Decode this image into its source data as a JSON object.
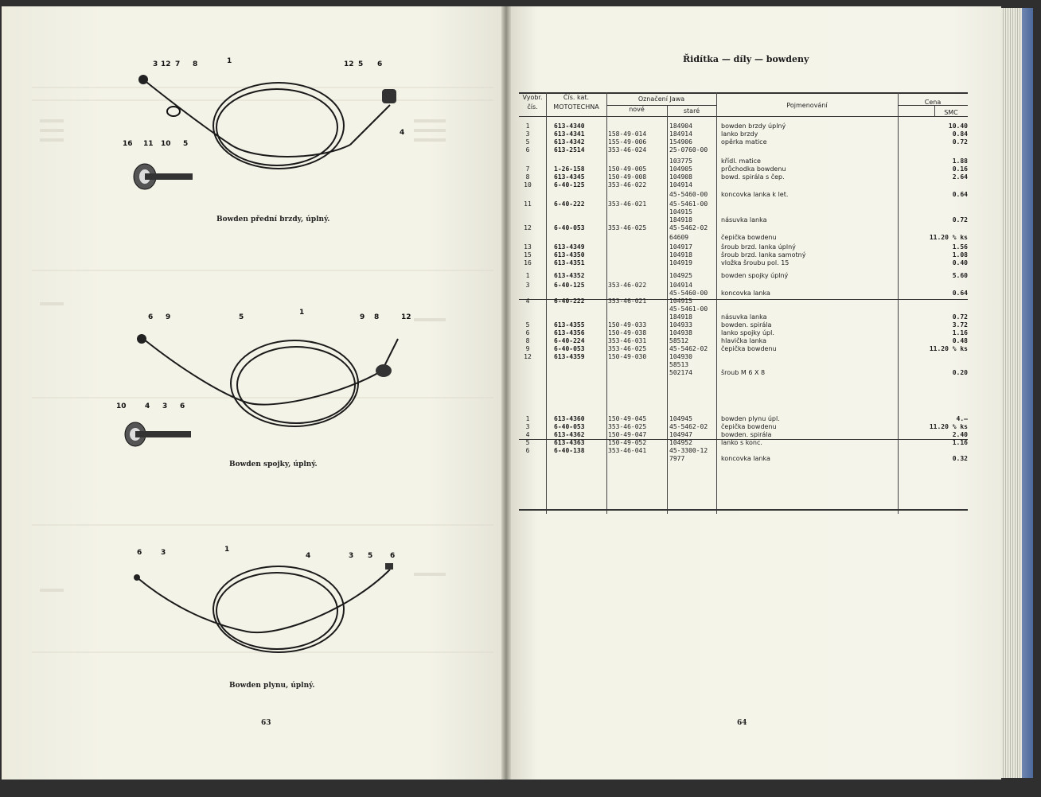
{
  "left_page": {
    "page_number": "63",
    "figures": [
      {
        "caption": "Bowden přední brzdy, úplný.",
        "callouts": [
          "3",
          "12",
          "7",
          "8",
          "1",
          "12",
          "5",
          "6",
          "4",
          "16",
          "11",
          "10",
          "5"
        ]
      },
      {
        "caption": "Bowden spojky, úplný.",
        "callouts": [
          "6",
          "9",
          "5",
          "1",
          "9",
          "8",
          "12",
          "10",
          "4",
          "3",
          "6"
        ]
      },
      {
        "caption": "Bowden plynu, úplný.",
        "callouts": [
          "6",
          "3",
          "1",
          "4",
          "3",
          "5",
          "6"
        ]
      }
    ]
  },
  "right_page": {
    "page_number": "64",
    "title": "Řidítka — díly — bowdeny",
    "table": {
      "headers": {
        "pos_line1": "Vyobr.",
        "pos_line2": "čís.",
        "cat_line1": "Čís. kat.",
        "cat_line2": "MOTOTECHNA",
        "jawa": "Označení Jawa",
        "jawa_new": "nové",
        "jawa_old": "staré",
        "name": "Pojmenování",
        "price": "Cena",
        "price_unit": "SMC"
      },
      "rows": [
        {
          "pos": "1",
          "cat": "613-4340",
          "new": "",
          "old": "184904",
          "name": "bowden brzdy úplný",
          "price": "10.40"
        },
        {
          "pos": "3",
          "cat": "613-4341",
          "new": "158-49-014",
          "old": "184914",
          "name": "lanko brzdy",
          "price": "0.84"
        },
        {
          "pos": "5",
          "cat": "613-4342",
          "new": "155-49-006",
          "old": "154906",
          "name": "opěrka matice",
          "price": "0.72"
        },
        {
          "pos": "6",
          "cat": "613-2514",
          "new": "353-46-024",
          "old": "25-0760-00",
          "name": "",
          "price": ""
        },
        {
          "pos": "",
          "cat": "",
          "new": "",
          "old": "103775",
          "name": "křídl. matice",
          "price": "1.88"
        },
        {
          "pos": "7",
          "cat": "1-26-158",
          "new": "150-49-005",
          "old": "104905",
          "name": "průchodka bowdenu",
          "price": "0.16"
        },
        {
          "pos": "8",
          "cat": "613-4345",
          "new": "150-49-008",
          "old": "104908",
          "name": "bowd. spirála s čep.",
          "price": "2.64"
        },
        {
          "pos": "10",
          "cat": "6-40-125",
          "new": "353-46-022",
          "old": "104914",
          "name": "",
          "price": ""
        },
        {
          "pos": "",
          "cat": "",
          "new": "",
          "old": "45-5460-00",
          "name": "koncovka lanka k let.",
          "price": "0.64"
        },
        {
          "pos": "11",
          "cat": "6-40-222",
          "new": "353-46-021",
          "old": "45-5461-00",
          "name": "",
          "price": ""
        },
        {
          "pos": "",
          "cat": "",
          "new": "",
          "old": "104915",
          "name": "",
          "price": ""
        },
        {
          "pos": "",
          "cat": "",
          "new": "",
          "old": "184918",
          "name": "násuvka lanka",
          "price": "0.72"
        },
        {
          "pos": "12",
          "cat": "6-40-053",
          "new": "353-46-025",
          "old": "45-5462-02",
          "name": "",
          "price": ""
        },
        {
          "pos": "",
          "cat": "",
          "new": "",
          "old": "64609",
          "name": "čepička bowdenu",
          "price": "11.20 % ks"
        },
        {
          "pos": "13",
          "cat": "613-4349",
          "new": "",
          "old": "104917",
          "name": "šroub brzd. lanka úplný",
          "price": "1.56"
        },
        {
          "pos": "15",
          "cat": "613-4350",
          "new": "",
          "old": "104918",
          "name": "šroub brzd. lanka samotný",
          "price": "1.08"
        },
        {
          "pos": "16",
          "cat": "613-4351",
          "new": "",
          "old": "104919",
          "name": "vložka šroubu pol. 15",
          "price": "0.40"
        },
        {
          "pos": "1",
          "cat": "613-4352",
          "new": "",
          "old": "104925",
          "name": "bowden spojky úplný",
          "price": "5.60"
        },
        {
          "pos": "3",
          "cat": "6-40-125",
          "new": "353-46-022",
          "old": "104914",
          "name": "",
          "price": ""
        },
        {
          "pos": "",
          "cat": "",
          "new": "",
          "old": "45-5460-00",
          "name": "koncovka lanka",
          "price": "0.64"
        },
        {
          "pos": "4",
          "cat": "6-40-222",
          "new": "353-46-021",
          "old": "104915",
          "name": "",
          "price": ""
        },
        {
          "pos": "",
          "cat": "",
          "new": "",
          "old": "45-5461-00",
          "name": "",
          "price": ""
        },
        {
          "pos": "",
          "cat": "",
          "new": "",
          "old": "184918",
          "name": "násuvka lanka",
          "price": "0.72"
        },
        {
          "pos": "5",
          "cat": "613-4355",
          "new": "150-49-033",
          "old": "104933",
          "name": "bowden. spirála",
          "price": "3.72"
        },
        {
          "pos": "6",
          "cat": "613-4356",
          "new": "150-49-038",
          "old": "104938",
          "name": "lanko spojky úpl.",
          "price": "1.16"
        },
        {
          "pos": "8",
          "cat": "6-40-224",
          "new": "353-46-031",
          "old": "58512",
          "name": "hlavička lanka",
          "price": "0.48"
        },
        {
          "pos": "9",
          "cat": "6-40-053",
          "new": "353-46-025",
          "old": "45-5462-02",
          "name": "čepička bowdenu",
          "price": "11.20 % ks"
        },
        {
          "pos": "12",
          "cat": "613-4359",
          "new": "150-49-030",
          "old": "104930",
          "name": "",
          "price": ""
        },
        {
          "pos": "",
          "cat": "",
          "new": "",
          "old": "58513",
          "name": "",
          "price": ""
        },
        {
          "pos": "",
          "cat": "",
          "new": "",
          "old": "502174",
          "name": "šroub M 6 X 8",
          "price": "0.20"
        },
        {
          "pos": "1",
          "cat": "613-4360",
          "new": "150-49-045",
          "old": "104945",
          "name": "bowden plynu úpl.",
          "price": "4.—"
        },
        {
          "pos": "3",
          "cat": "6-40-053",
          "new": "353-46-025",
          "old": "45-5462-02",
          "name": "čepička bowdenu",
          "price": "11.20 % ks"
        },
        {
          "pos": "4",
          "cat": "613-4362",
          "new": "150-49-047",
          "old": "104947",
          "name": "bowden. spirála",
          "price": "2.40"
        },
        {
          "pos": "5",
          "cat": "613-4363",
          "new": "150-49-052",
          "old": "104952",
          "name": "lanko s konc.",
          "price": "1.16"
        },
        {
          "pos": "6",
          "cat": "6-40-138",
          "new": "353-46-041",
          "old": "45-3300-12",
          "name": "",
          "price": ""
        },
        {
          "pos": "",
          "cat": "",
          "new": "",
          "old": "7977",
          "name": "koncovka lanka",
          "price": "0.32"
        }
      ]
    }
  }
}
